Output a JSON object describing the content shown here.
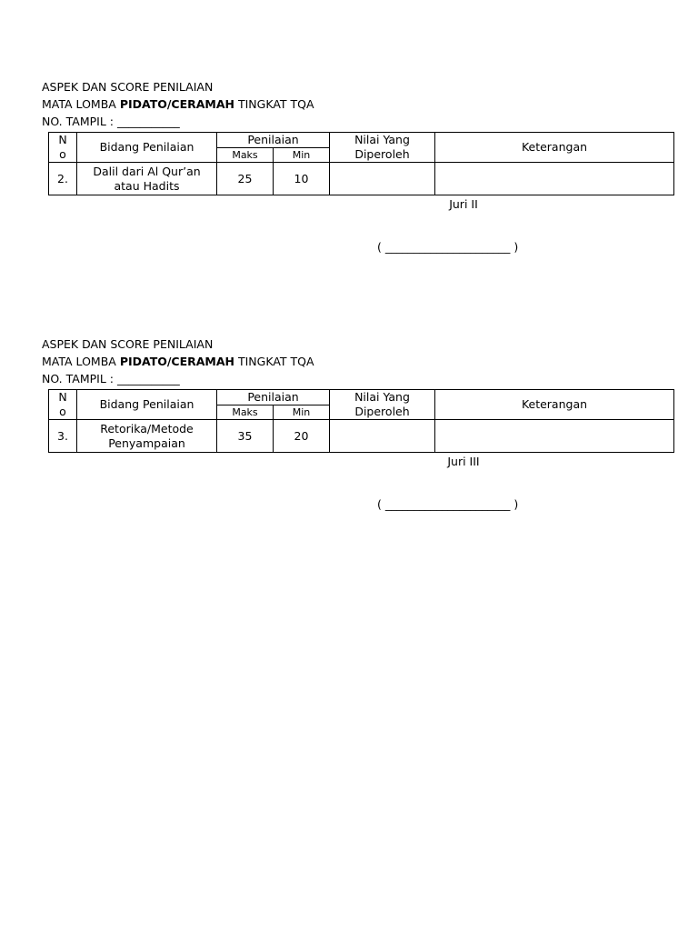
{
  "forms": [
    {
      "heading": "ASPEK DAN SCORE PENILAIAN",
      "mata_lomba_prefix": "MATA LOMBA ",
      "mata_lomba_bold": "PIDATO/CERAMAH",
      "mata_lomba_suffix": " TINGKAT TQA",
      "no_tampil": "NO. TAMPIL : ___________",
      "table": {
        "col_no": "N\no",
        "col_bidang": "Bidang Penilaian",
        "col_penilaian": "Penilaian",
        "col_maks": "Maks",
        "col_min": "Min",
        "col_nilai": "Nilai Yang\nDiperoleh",
        "col_keterangan": "Keterangan",
        "row": {
          "no": "2.",
          "bidang": "Dalil dari Al Qur’an\natau Hadits",
          "maks": "25",
          "min": "10",
          "nilai": "",
          "keterangan": ""
        }
      },
      "juri": "Juri II",
      "signature": "( ______________________ )"
    },
    {
      "heading": "ASPEK DAN SCORE PENILAIAN",
      "mata_lomba_prefix": "MATA LOMBA ",
      "mata_lomba_bold": "PIDATO/CERAMAH",
      "mata_lomba_suffix": " TINGKAT TQA",
      "no_tampil": "NO. TAMPIL : ___________",
      "table": {
        "col_no": "N\no",
        "col_bidang": "Bidang Penilaian",
        "col_penilaian": "Penilaian",
        "col_maks": "Maks",
        "col_min": "Min",
        "col_nilai": "Nilai Yang\nDiperoleh",
        "col_keterangan": "Keterangan",
        "row": {
          "no": "3.",
          "bidang": "Retorika/Metode\nPenyampaian",
          "maks": "35",
          "min": "20",
          "nilai": "",
          "keterangan": ""
        }
      },
      "juri": "Juri III",
      "signature": "( ______________________ )"
    }
  ]
}
